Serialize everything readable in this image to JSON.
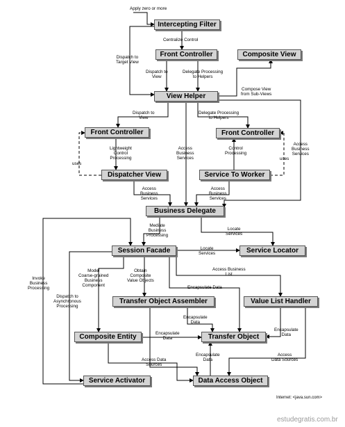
{
  "nodes": {
    "intercepting_filter": "Intercepting Filter",
    "front_controller_top": "Front Controller",
    "composite_view": "Composite View",
    "view_helper": "View Helper",
    "front_controller_left": "Front Controller",
    "front_controller_right": "Front Controller",
    "dispatcher_view": "Dispatcher View",
    "service_to_worker": "Service To Worker",
    "business_delegate": "Business Delegate",
    "session_facade": "Session Facade",
    "service_locator": "Service Locator",
    "transfer_object_assembler": "Transfer Object Assembler",
    "value_list_handler": "Value List Handler",
    "composite_entity": "Composite Entity",
    "transfer_object": "Transfer Object",
    "service_activator": "Service Activator",
    "data_access_object": "Data Access Object"
  },
  "labels": {
    "apply_zero_or_more": "Apply zero or more",
    "centralize_control": "Centralize Control",
    "dispatch_to_target_view": [
      "Dispatch to",
      "Target View"
    ],
    "dispatch_to_view_1": [
      "Dispatch to",
      "View"
    ],
    "delegate_processing_1": [
      "Delegate Processing",
      "to Helpers"
    ],
    "compose_view": [
      "Compose View",
      "from Sub-Views"
    ],
    "dispatch_to_view_2": [
      "Dispatch to",
      "View"
    ],
    "delegate_processing_2": [
      "Delegate Processing",
      "to Helpers"
    ],
    "lightweight_control": [
      "Lightweight",
      "Control",
      "Processing"
    ],
    "access_business_services_center": [
      "Access",
      "Business",
      "Services"
    ],
    "control_processing": [
      "Control",
      "Processing"
    ],
    "access_business_services_right": [
      "Access",
      "Business",
      "Services"
    ],
    "uses_left": "uses",
    "uses_right": "uses",
    "access_business_services_dv": [
      "Access",
      "Business",
      "Services"
    ],
    "access_business_services_stw": [
      "Access",
      "Business",
      "Services"
    ],
    "mediate_business_processing": [
      "Mediate",
      "Business",
      "Processing"
    ],
    "locate_services_1": [
      "Locate",
      "Services"
    ],
    "locate_services_2": [
      "Locate",
      "Services"
    ],
    "access_business_list": [
      "Access Business",
      "List"
    ],
    "invoke_business_processing": [
      "Invoke",
      "Business",
      "Processing"
    ],
    "model_coarse_grained": [
      "Model",
      "Coarse-grained",
      "Business",
      "Component"
    ],
    "obtain_composite": [
      "Obtain",
      "Composite",
      "Value Objects"
    ],
    "encapsulate_data_1": "Encapsulate Data",
    "dispatch_to_async": [
      "Dispatch to",
      "Asynchronous",
      "Processing"
    ],
    "encapsulate_data_2": [
      "Encapsulate",
      "Data"
    ],
    "encapsulate_data_3": [
      "Encapsulate",
      "Data"
    ],
    "encapsulate_data_4": [
      "Encapsulate",
      "Data"
    ],
    "encapsulate_data_5": [
      "Encapsulate",
      "Data"
    ],
    "access_data_sources_1": [
      "Access Data",
      "Sources"
    ],
    "access_data_sources_2": [
      "Access",
      "Data Sources"
    ]
  },
  "credit": "Internet: <java.sun.com>",
  "watermark": "estudegratis.com.br"
}
